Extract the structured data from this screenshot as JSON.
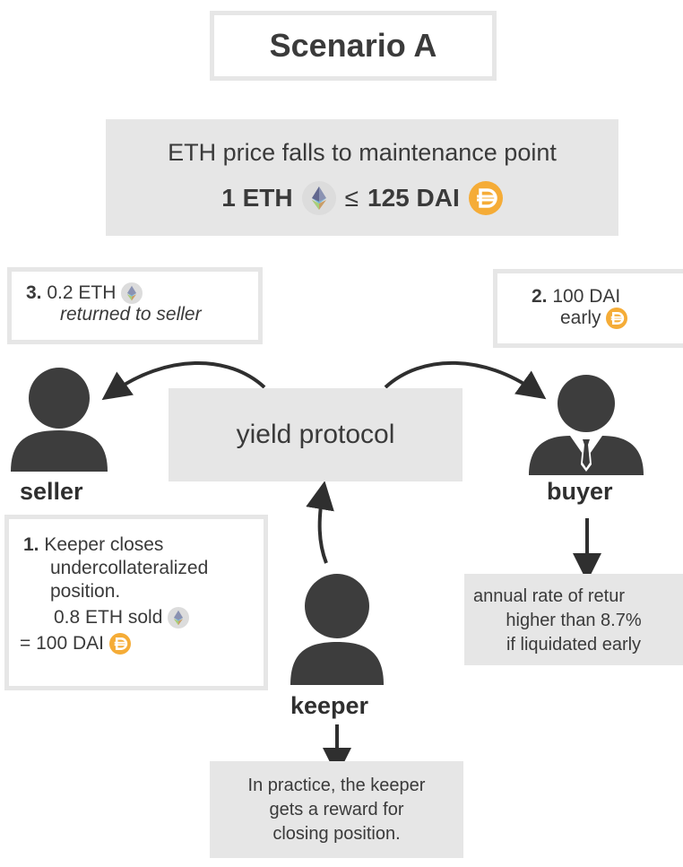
{
  "title": "Scenario A",
  "condition": {
    "line1": "ETH price falls to maintenance point",
    "lhs": "1 ETH",
    "operator": "≤",
    "rhs": "125 DAI"
  },
  "step3": {
    "number": "3.",
    "amount": "0.2 ETH",
    "note": "returned to seller"
  },
  "step2": {
    "number": "2.",
    "amount": "100 DAI",
    "note": "early"
  },
  "center": {
    "label": "yield protocol"
  },
  "roles": {
    "seller": "seller",
    "buyer": "buyer",
    "keeper": "keeper"
  },
  "step1": {
    "number": "1.",
    "line1": "Keeper closes",
    "line2": "undercollateralized",
    "line3": "position.",
    "line4": "0.8 ETH sold",
    "line5": "= 100 DAI"
  },
  "buyer_note": {
    "line1": "annual rate of retur",
    "line2": "higher than 8.7%",
    "line3": "if liquidated early"
  },
  "keeper_note": {
    "line1": "In practice, the keeper",
    "line2": "gets a reward for",
    "line3": "closing position."
  },
  "colors": {
    "box_fill": "#e6e6e6",
    "person": "#3d3d3d",
    "dai": "#f5ac37",
    "eth_bg": "#dcdcdc"
  },
  "icons": [
    "eth-coin-icon",
    "dai-coin-icon",
    "person-icon",
    "businessman-icon"
  ]
}
